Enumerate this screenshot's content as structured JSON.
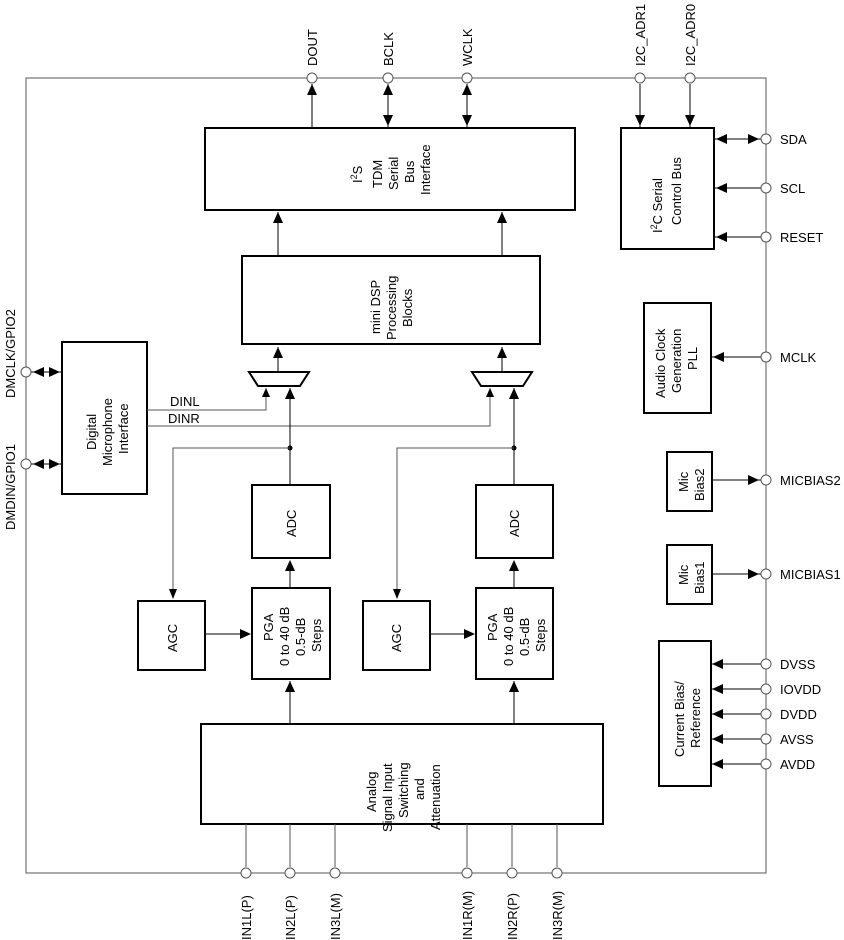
{
  "pins": {
    "top": [
      "DOUT",
      "BCLK",
      "WCLK",
      "I2C_ADR1",
      "I2C_ADR0"
    ],
    "right": [
      "SDA",
      "SCL",
      "RESET",
      "MCLK",
      "MICBIAS2",
      "MICBIAS1",
      "DVSS",
      "IOVDD",
      "DVDD",
      "AVSS",
      "AVDD"
    ],
    "left": [
      "DMCLK/GPIO2",
      "DMDIN/GPIO1"
    ],
    "bottom": [
      "IN1L(P)",
      "IN2L(P)",
      "IN3L(M)",
      "IN1R(M)",
      "IN2R(P)",
      "IN3R(M)"
    ]
  },
  "blocks": {
    "serial_bus": [
      "I",
      "2",
      "S",
      "TDM",
      "Serial",
      "Bus",
      "Interface"
    ],
    "i2c": [
      "I",
      "2",
      "C  Serial",
      "Control Bus"
    ],
    "dsp": [
      "mini DSP",
      "Processing",
      "Blocks"
    ],
    "pll": [
      "Audio Clock",
      "Generation",
      "PLL"
    ],
    "dmic": [
      "Digital",
      "Microphone",
      "Interface"
    ],
    "mic_bias2": [
      "Mic",
      "Bias2"
    ],
    "mic_bias1": [
      "Mic",
      "Bias1"
    ],
    "adc_left": "ADC",
    "adc_right": "ADC",
    "agc_left": "AGC",
    "agc_right": "AGC",
    "pga_left": [
      "PGA",
      "0 to 40 dB",
      "0.5-dB",
      "Steps"
    ],
    "pga_right": [
      "PGA",
      "0 to 40 dB",
      "0.5-dB",
      "Steps"
    ],
    "current_bias": [
      "Current Bias/",
      "Reference"
    ],
    "analog": [
      "Analog",
      "Signal Input",
      "Switching",
      "and",
      "Attenuation"
    ]
  },
  "signals": {
    "dinl": "DINL",
    "dinr": "DINR"
  }
}
